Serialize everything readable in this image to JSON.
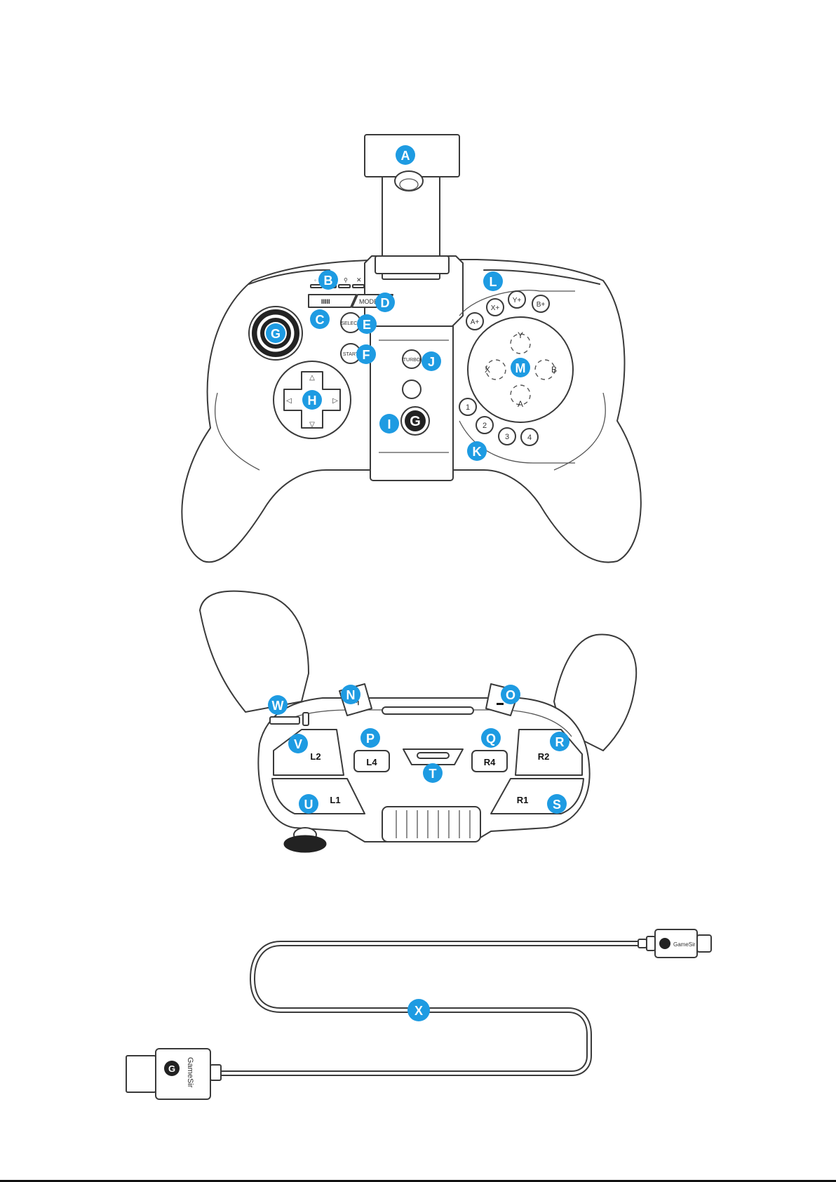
{
  "front_view": {
    "button_labels": {
      "mode": "MODE",
      "select": "SELECT",
      "start": "START",
      "turbo": "TURBO",
      "a_plus": "A+",
      "x_plus": "X+",
      "y_plus": "Y+",
      "b_plus": "B+",
      "face_y": "Y",
      "face_x": "X",
      "face_b": "B",
      "face_a": "A",
      "num_1": "1",
      "num_2": "2",
      "num_3": "3",
      "num_4": "4"
    }
  },
  "top_view": {
    "button_labels": {
      "l2": "L2",
      "l1": "L1",
      "l4": "L4",
      "r4": "R4",
      "r2": "R2",
      "r1": "R1"
    }
  },
  "cable": {
    "brand_text": "GameSir"
  },
  "callouts": {
    "A": "A",
    "B": "B",
    "C": "C",
    "D": "D",
    "E": "E",
    "F": "F",
    "G": "G",
    "H": "H",
    "I": "I",
    "J": "J",
    "K": "K",
    "L": "L",
    "M": "M",
    "N": "N",
    "O": "O",
    "P": "P",
    "Q": "Q",
    "R": "R",
    "S": "S",
    "T": "T",
    "U": "U",
    "V": "V",
    "W": "W",
    "X": "X"
  },
  "colors": {
    "callout": "#1e9be2",
    "outline": "#3a3a3a",
    "background": "#ffffff"
  }
}
